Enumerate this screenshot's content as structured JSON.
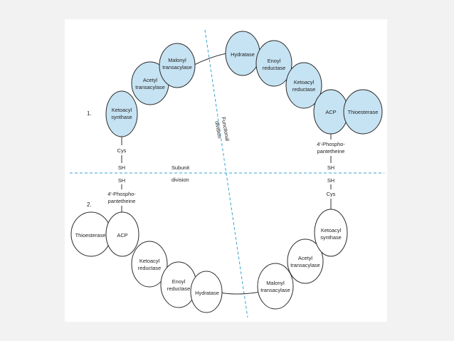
{
  "labels": {
    "section_1": "1.",
    "section_2": "2.",
    "functional_division": [
      "Functional",
      "division"
    ],
    "subunit_division": [
      "Subunit",
      "division"
    ]
  },
  "subunit_1": {
    "domains": [
      {
        "id": "ketoacyl-synthase",
        "lines": [
          "Ketoacyl",
          "synthase"
        ]
      },
      {
        "id": "acetyl-transacylase",
        "lines": [
          "Acetyl",
          "transacylase"
        ]
      },
      {
        "id": "malonyl-transacylase",
        "lines": [
          "Malonyl",
          "transacylase"
        ]
      },
      {
        "id": "hydratase",
        "lines": [
          "Hydratase"
        ]
      },
      {
        "id": "enoyl-reductase",
        "lines": [
          "Enoyl",
          "reductase"
        ]
      },
      {
        "id": "ketoacyl-reductase",
        "lines": [
          "Ketoacyl",
          "reductase"
        ]
      },
      {
        "id": "acp",
        "lines": [
          "ACP"
        ]
      },
      {
        "id": "thioesterase",
        "lines": [
          "Thioesterase"
        ]
      }
    ],
    "left_stalk": [
      "Cys",
      "SH"
    ],
    "right_stalk": [
      "4'-Phospho-",
      "pantetheine",
      "SH"
    ]
  },
  "subunit_2": {
    "domains": [
      {
        "id": "thioesterase",
        "lines": [
          "Thioesterase"
        ]
      },
      {
        "id": "acp",
        "lines": [
          "ACP"
        ]
      },
      {
        "id": "ketoacyl-reductase",
        "lines": [
          "Ketoacyl",
          "reductase"
        ]
      },
      {
        "id": "enoyl-reductase",
        "lines": [
          "Enoyl",
          "reductase"
        ]
      },
      {
        "id": "hydratase",
        "lines": [
          "Hydratase"
        ]
      },
      {
        "id": "malonyl-transacylase",
        "lines": [
          "Malonyl",
          "transacylase"
        ]
      },
      {
        "id": "acetyl-transacylase",
        "lines": [
          "Acetyl",
          "transacylase"
        ]
      },
      {
        "id": "ketoacyl-synthase",
        "lines": [
          "Ketoacyl",
          "synthase"
        ]
      }
    ],
    "left_stalk": [
      "SH",
      "4'-Phospho-",
      "pantetheine"
    ],
    "right_stalk": [
      "SH",
      "Cys"
    ]
  },
  "colors": {
    "subunit_1_fill": "#c6e3f3",
    "subunit_2_fill": "#ffffff",
    "division_line": "#3aa3d0",
    "outline": "#2a2a2a"
  }
}
